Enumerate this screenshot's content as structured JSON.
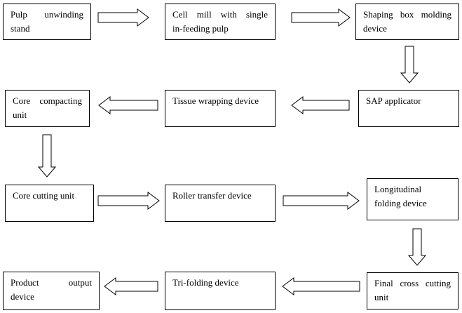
{
  "diagram": {
    "nodes": [
      {
        "id": "pulp-unwinding-stand",
        "lines": [
          "Pulp unwinding",
          "stand"
        ]
      },
      {
        "id": "cell-mill",
        "lines": [
          "Cell mill with single",
          "in-feeding pulp"
        ]
      },
      {
        "id": "shaping-box",
        "lines": [
          "Shaping box molding",
          "device"
        ]
      },
      {
        "id": "sap-applicator",
        "lines": [
          "SAP applicator"
        ]
      },
      {
        "id": "tissue-wrapping",
        "lines": [
          "Tissue wrapping device"
        ]
      },
      {
        "id": "core-compacting",
        "lines": [
          "Core compacting",
          "unit"
        ]
      },
      {
        "id": "core-cutting",
        "lines": [
          "Core cutting unit"
        ]
      },
      {
        "id": "roller-transfer",
        "lines": [
          "Roller transfer device"
        ]
      },
      {
        "id": "longitudinal-folding",
        "lines": [
          "Longitudinal",
          "folding device"
        ]
      },
      {
        "id": "final-cross-cutting",
        "lines": [
          "Final cross cutting",
          "unit"
        ]
      },
      {
        "id": "tri-folding",
        "lines": [
          "Tri-folding device"
        ]
      },
      {
        "id": "product-output",
        "lines": [
          "Product output",
          "device"
        ]
      }
    ],
    "edges": [
      {
        "from": "pulp-unwinding-stand",
        "to": "cell-mill",
        "direction": "right"
      },
      {
        "from": "cell-mill",
        "to": "shaping-box",
        "direction": "right"
      },
      {
        "from": "shaping-box",
        "to": "sap-applicator",
        "direction": "down"
      },
      {
        "from": "sap-applicator",
        "to": "tissue-wrapping",
        "direction": "left"
      },
      {
        "from": "tissue-wrapping",
        "to": "core-compacting",
        "direction": "left"
      },
      {
        "from": "core-compacting",
        "to": "core-cutting",
        "direction": "down"
      },
      {
        "from": "core-cutting",
        "to": "roller-transfer",
        "direction": "right"
      },
      {
        "from": "roller-transfer",
        "to": "longitudinal-folding",
        "direction": "right"
      },
      {
        "from": "longitudinal-folding",
        "to": "final-cross-cutting",
        "direction": "down"
      },
      {
        "from": "final-cross-cutting",
        "to": "tri-folding",
        "direction": "left"
      },
      {
        "from": "tri-folding",
        "to": "product-output",
        "direction": "left"
      }
    ]
  }
}
